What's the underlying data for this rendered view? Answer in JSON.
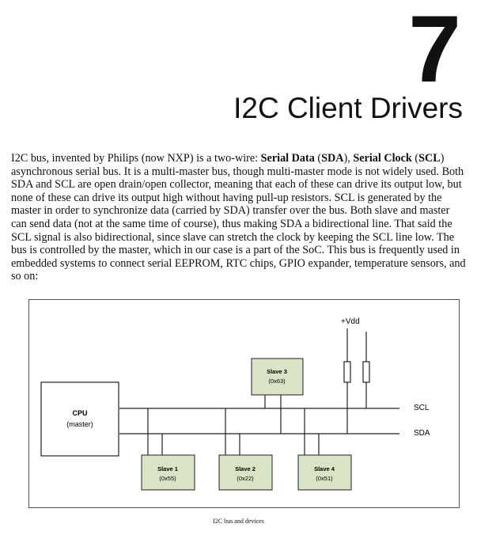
{
  "chapter": {
    "number": "7",
    "title": "I2C Client Drivers"
  },
  "paragraph": {
    "part1": "I2C bus, invented by Philips (now NXP) is a two-wire: ",
    "bold1": "Serial Data",
    "part2": " (",
    "bold2": "SDA",
    "part3": "), ",
    "bold3": "Serial Clock",
    "part4": " (",
    "bold4": "SCL",
    "part5": ") asynchronous serial bus. It is a multi-master bus, though multi-master mode is not widely used. Both SDA and SCL are open drain/open collector, meaning that each of these can drive its output low, but none of these can drive its output high without having pull-up resistors. SCL is generated by the master in order to synchronize data (carried by SDA) transfer over the bus. Both slave and master can send data (not at the same time of course), thus making SDA a bidirectional line. That said the SCL signal is also bidirectional, since slave can stretch the clock by keeping the SCL line low. The bus is controlled by the master, which in our case is a part of the SoC. This bus is frequently used in embedded systems to connect serial EEPROM, RTC chips, GPIO expander, temperature sensors, and so on:"
  },
  "diagram": {
    "vdd_label": "+Vdd",
    "scl_label": "SCL",
    "sda_label": "SDA",
    "cpu": {
      "name": "CPU",
      "role": "(master)"
    },
    "slave1": {
      "name": "Slave 1",
      "addr": "(0x55)"
    },
    "slave2": {
      "name": "Slave 2",
      "addr": "(0x22)"
    },
    "slave3": {
      "name": "Slave 3",
      "addr": "(0x63)"
    },
    "slave4": {
      "name": "Slave 4",
      "addr": "(0x51)"
    },
    "box_fill": "#d9e3c6",
    "line_color": "#222222"
  },
  "caption": "I2C bus and devices"
}
